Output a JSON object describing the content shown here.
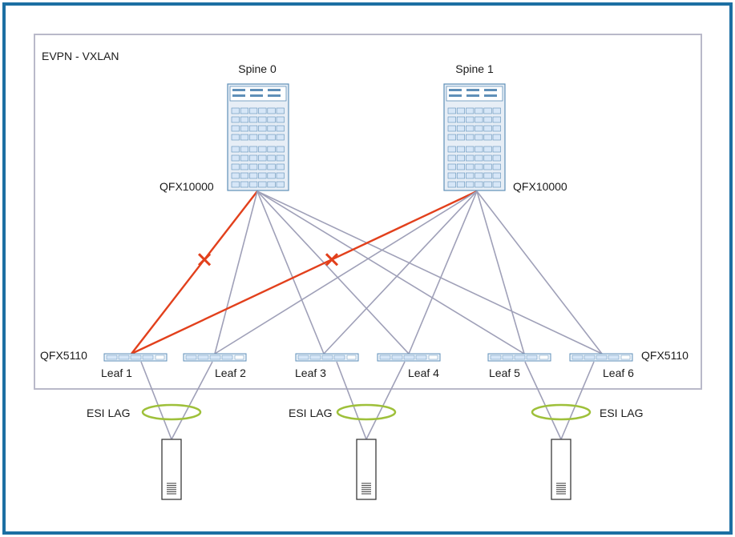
{
  "colors": {
    "outer_border": "#1c6fa3",
    "fabric_border": "#b9b9c9",
    "link": "#9fa0b8",
    "failed_link": "#e2401c",
    "esi_ring": "#9ec03a",
    "device_fill": "#d6e6f7",
    "device_stroke": "#5f8fb8"
  },
  "fabric": {
    "title": "EVPN - VXLAN"
  },
  "spines": [
    {
      "id": "spine0",
      "label": "Spine 0",
      "model": "QFX10000"
    },
    {
      "id": "spine1",
      "label": "Spine 1",
      "model": "QFX10000"
    }
  ],
  "leaves": [
    {
      "id": "leaf1",
      "label": "Leaf 1"
    },
    {
      "id": "leaf2",
      "label": "Leaf 2"
    },
    {
      "id": "leaf3",
      "label": "Leaf 3"
    },
    {
      "id": "leaf4",
      "label": "Leaf 4"
    },
    {
      "id": "leaf5",
      "label": "Leaf 5"
    },
    {
      "id": "leaf6",
      "label": "Leaf 6"
    }
  ],
  "leaf_model_left": "QFX5110",
  "leaf_model_right": "QFX5110",
  "links": [
    {
      "from": "spine0",
      "to": "leaf1",
      "failed": true
    },
    {
      "from": "spine0",
      "to": "leaf2",
      "failed": false
    },
    {
      "from": "spine0",
      "to": "leaf3",
      "failed": false
    },
    {
      "from": "spine0",
      "to": "leaf4",
      "failed": false
    },
    {
      "from": "spine0",
      "to": "leaf5",
      "failed": false
    },
    {
      "from": "spine0",
      "to": "leaf6",
      "failed": false
    },
    {
      "from": "spine1",
      "to": "leaf1",
      "failed": true
    },
    {
      "from": "spine1",
      "to": "leaf2",
      "failed": false
    },
    {
      "from": "spine1",
      "to": "leaf3",
      "failed": false
    },
    {
      "from": "spine1",
      "to": "leaf4",
      "failed": false
    },
    {
      "from": "spine1",
      "to": "leaf5",
      "failed": false
    },
    {
      "from": "spine1",
      "to": "leaf6",
      "failed": false
    }
  ],
  "servers": [
    {
      "id": "server1",
      "leaves": [
        "leaf1",
        "leaf2"
      ],
      "lag_label": "ESI LAG"
    },
    {
      "id": "server2",
      "leaves": [
        "leaf3",
        "leaf4"
      ],
      "lag_label": "ESI LAG"
    },
    {
      "id": "server3",
      "leaves": [
        "leaf5",
        "leaf6"
      ],
      "lag_label": "ESI LAG"
    }
  ]
}
